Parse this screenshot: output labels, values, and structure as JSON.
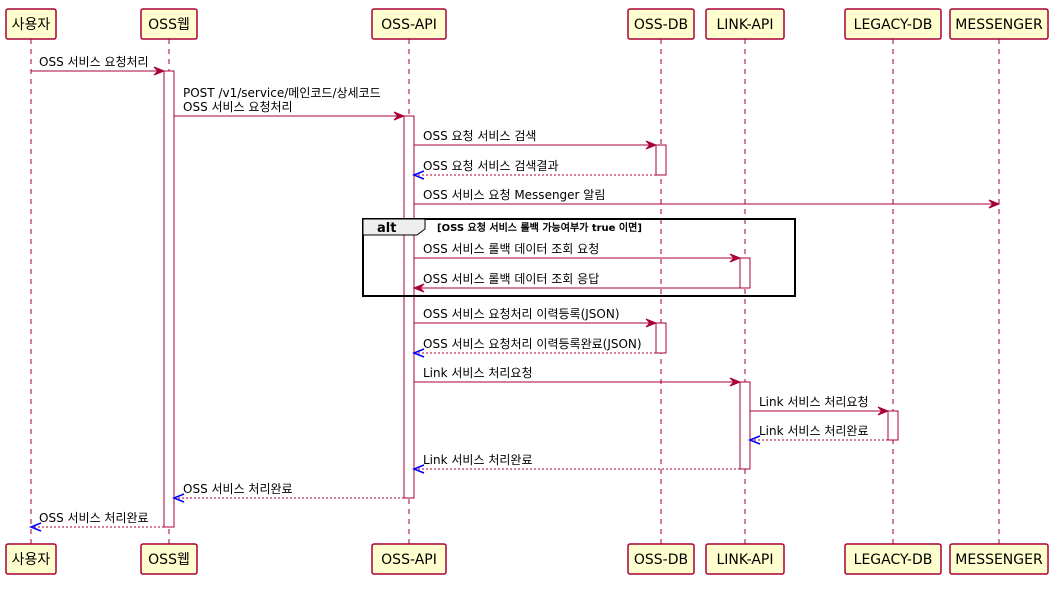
{
  "colors": {
    "participant_fill": "#FEFECE",
    "border": "#A80036",
    "sync_arrow": "#A80036",
    "return_arrow": "#0000FF"
  },
  "participants": [
    {
      "id": "user",
      "label": "사용자"
    },
    {
      "id": "web",
      "label": "OSS웹"
    },
    {
      "id": "api",
      "label": "OSS-API"
    },
    {
      "id": "db",
      "label": "OSS-DB"
    },
    {
      "id": "link",
      "label": "LINK-API"
    },
    {
      "id": "legacy",
      "label": "LEGACY-DB"
    },
    {
      "id": "msg",
      "label": "MESSENGER"
    }
  ],
  "messages": [
    {
      "from": "user",
      "to": "web",
      "kind": "sync",
      "lines": [
        "OSS 서비스 요청처리"
      ]
    },
    {
      "from": "web",
      "to": "api",
      "kind": "sync",
      "lines": [
        "POST /v1/service/메인코드/상세코드",
        "OSS 서비스 요청처리"
      ]
    },
    {
      "from": "api",
      "to": "db",
      "kind": "sync",
      "lines": [
        "OSS 요청 서비스 검색"
      ]
    },
    {
      "from": "db",
      "to": "api",
      "kind": "return",
      "lines": [
        "OSS 요청 서비스 검색결과"
      ]
    },
    {
      "from": "api",
      "to": "msg",
      "kind": "sync",
      "lines": [
        "OSS 서비스 요청 Messenger 알림"
      ]
    },
    {
      "from": "api",
      "to": "link",
      "kind": "sync",
      "lines": [
        "OSS 서비스 롤백 데이터 조회 요청"
      ]
    },
    {
      "from": "link",
      "to": "api",
      "kind": "sync",
      "lines": [
        "OSS 서비스 롤백 데이터 조회 응답"
      ]
    },
    {
      "from": "api",
      "to": "db",
      "kind": "sync",
      "lines": [
        "OSS 서비스 요청처리 이력등록(JSON)"
      ]
    },
    {
      "from": "db",
      "to": "api",
      "kind": "return",
      "lines": [
        "OSS 서비스 요청처리 이력등록완료(JSON)"
      ]
    },
    {
      "from": "api",
      "to": "link",
      "kind": "sync",
      "lines": [
        "Link 서비스 처리요청"
      ]
    },
    {
      "from": "link",
      "to": "legacy",
      "kind": "sync",
      "lines": [
        "Link 서비스 처리요청"
      ]
    },
    {
      "from": "legacy",
      "to": "link",
      "kind": "return",
      "lines": [
        "Link 서비스 처리완료"
      ]
    },
    {
      "from": "link",
      "to": "api",
      "kind": "return",
      "lines": [
        "Link 서비스 처리완료"
      ]
    },
    {
      "from": "api",
      "to": "web",
      "kind": "return",
      "lines": [
        "OSS 서비스 처리완료"
      ]
    },
    {
      "from": "web",
      "to": "user",
      "kind": "return",
      "lines": [
        "OSS 서비스 처리완료"
      ]
    }
  ],
  "fragments": [
    {
      "operator": "alt",
      "guard": "[OSS 요청 서비스 롤백 가능여부가 true 이면]"
    }
  ]
}
